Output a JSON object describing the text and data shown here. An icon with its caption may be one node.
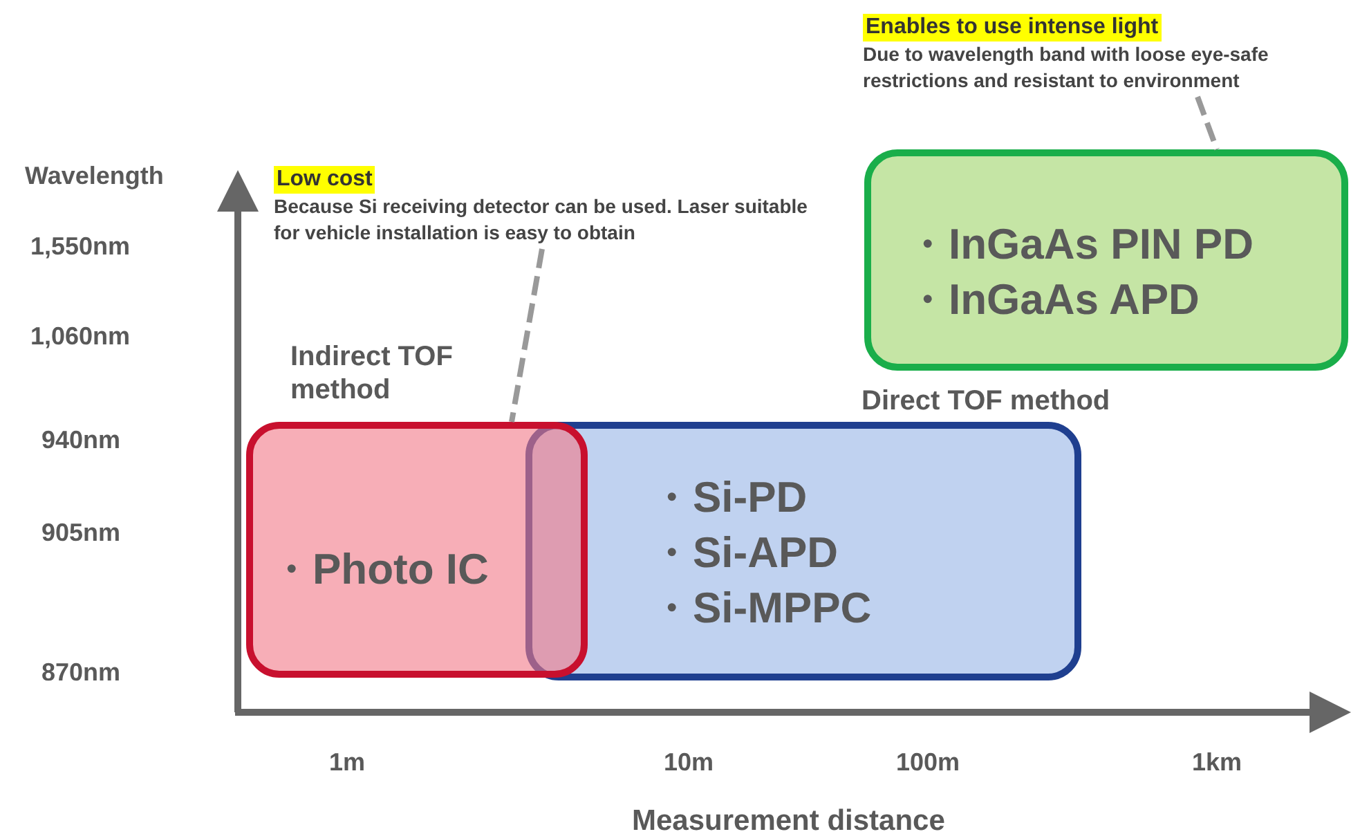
{
  "diagram": {
    "nodes": [
      {
        "text": [
          "Indirect TOF method",
          "・Photo IC"
        ]
      },
      {
        "text": [
          "Direct TOF method",
          "・Si-PD",
          "・Si-APD",
          "・Si-MPPC"
        ]
      },
      {
        "text": [
          "・InGaAs PIN PD",
          "・InGaAs APD"
        ]
      },
      {
        "text": [
          "Low cost",
          "Because Si receiving detector can be used. Laser suitable for vehicle installation is easy to obtain"
        ]
      },
      {
        "text": [
          "Enables to use intense light",
          "Due to wavelength band with loose eye-safe restrictions and resistant to environment"
        ]
      }
    ],
    "edges": [
      {
        "from": 3,
        "to": 0,
        "arrow": "none",
        "style": "dashed"
      },
      {
        "from": 4,
        "to": 2,
        "arrow": "none",
        "style": "dashed"
      }
    ],
    "labels": [
      "Wavelength",
      "1,550nm",
      "1,060nm",
      "940nm",
      "905nm",
      "870nm",
      "1m",
      "10m",
      "100m",
      "1km",
      "Measurement distance"
    ]
  }
}
